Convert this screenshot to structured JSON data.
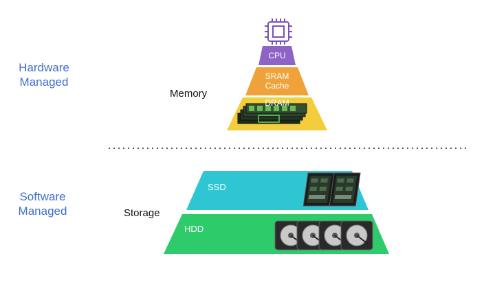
{
  "left_labels": {
    "hardware_line1": "Hardware",
    "hardware_line2": "Managed",
    "software_line1": "Software",
    "software_line2": "Managed"
  },
  "groups": {
    "memory": "Memory",
    "storage": "Storage"
  },
  "tiers": {
    "cpu": "CPU",
    "sram_line1": "SRAM",
    "sram_line2": "Cache",
    "dram": "DRAM",
    "ssd": "SSD",
    "hdd": "HDD"
  },
  "colors": {
    "cpu": "#8e63c6",
    "sram": "#f0a23a",
    "dram": "#f4cd3c",
    "ssd": "#2fc6d3",
    "hdd": "#2ecb6b",
    "label_blue": "#3f6fd1"
  },
  "icons": {
    "cpu": "cpu-chip-icon",
    "dram": "ram-module-icon",
    "ssd": "ssd-drive-icon",
    "hdd": "hard-disk-icon"
  }
}
